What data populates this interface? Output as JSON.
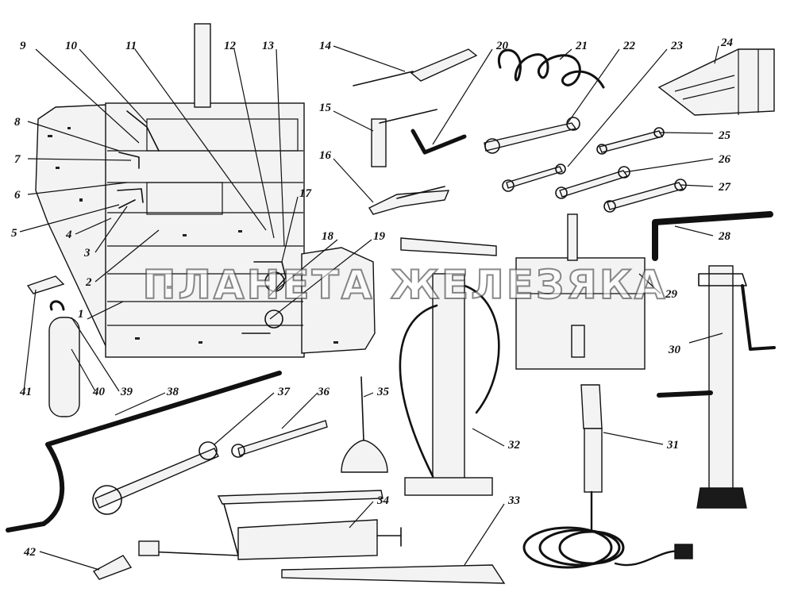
{
  "watermark": "ПЛАНЕТА ЖЕЛЕЗЯКА",
  "callouts": [
    "1",
    "2",
    "3",
    "4",
    "5",
    "6",
    "7",
    "8",
    "9",
    "10",
    "11",
    "12",
    "13",
    "14",
    "15",
    "16",
    "17",
    "18",
    "19",
    "20",
    "21",
    "22",
    "23",
    "24",
    "25",
    "26",
    "27",
    "28",
    "29",
    "30",
    "31",
    "32",
    "33",
    "34",
    "35",
    "36",
    "37",
    "38",
    "39",
    "40",
    "41",
    "42"
  ],
  "colors": {
    "ink": "#111111",
    "paper": "#ffffff"
  }
}
